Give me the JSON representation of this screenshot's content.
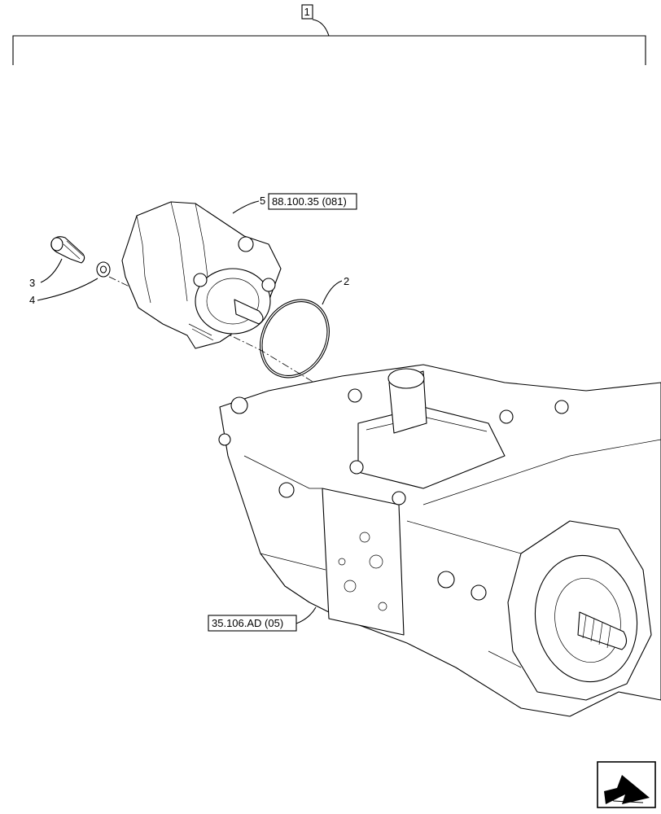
{
  "callouts": {
    "assembly": "1",
    "oring": "2",
    "bolt": "3",
    "washer": "4",
    "gear_pump": "5",
    "gear_pump_ref": "88.100.35 (081)",
    "main_pump_ref": "35.106.AD (05)"
  },
  "nav_icon": "next-page-arrow-icon"
}
